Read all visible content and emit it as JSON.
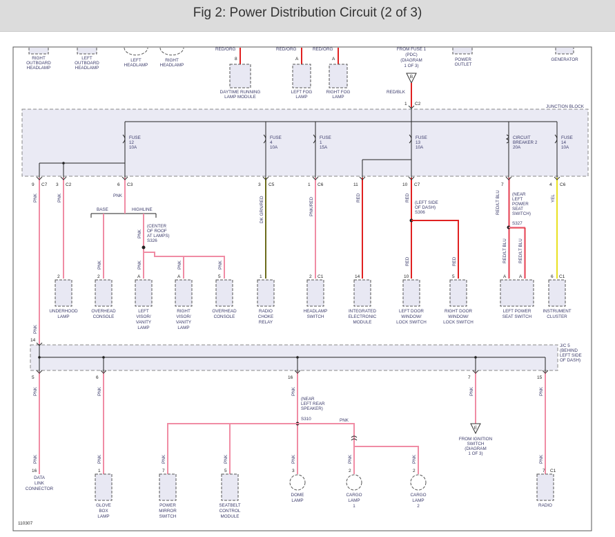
{
  "title": "Fig 2: Power Distribution Circuit (2 of 3)",
  "colors": {
    "pink": "#f08ca4",
    "red": "#e02020",
    "olive": "#6b6b1a",
    "yellow": "#e8e020",
    "bus": "#222222",
    "box_fill": "#e8e8f3"
  },
  "top_labels": {
    "right_outboard": [
      "RIGHT",
      "OUTBOARD",
      "HEADLAMP"
    ],
    "left_outboard": [
      "LEFT",
      "OUTBOARD",
      "HEADLAMP"
    ],
    "left_headlamp": [
      "LEFT",
      "HEADLAMP"
    ],
    "right_headlamp": [
      "RIGHT",
      "HEADLAMP"
    ],
    "drl_wire": "RED/ORG",
    "drl_pin": "8",
    "drl_module": [
      "DAYTIME RUNNING",
      "LAMP MODULE"
    ],
    "left_fog_wire": "RED/ORG",
    "left_fog_pin": "A",
    "left_fog": [
      "LEFT FOG",
      "LAMP"
    ],
    "right_fog_wire": "RED/ORG",
    "right_fog_pin": "A",
    "right_fog": [
      "RIGHT FOG",
      "LAMP"
    ],
    "from_fuse": [
      "FROM FUSE 1",
      "(PDC)",
      "(DIAGRAM",
      "1 OF 3)"
    ],
    "from_fuse_letter": "B",
    "from_fuse_wire": "RED/BLK",
    "from_fuse_pin": "1",
    "from_fuse_conn": "C2",
    "power_outlet": [
      "POWER",
      "OUTLET"
    ],
    "generator": "GENERATOR"
  },
  "junction_block": "JUNCTION BLOCK",
  "fuses": [
    {
      "lines": [
        "FUSE",
        "12",
        "10A"
      ]
    },
    {
      "lines": [
        "FUSE",
        "4",
        "10A"
      ]
    },
    {
      "lines": [
        "FUSE",
        "1",
        "15A"
      ]
    },
    {
      "lines": [
        "FUSE",
        "13",
        "10A"
      ]
    },
    {
      "lines": [
        "CIRCUIT",
        "BREAKER 2",
        "20A"
      ]
    },
    {
      "lines": [
        "FUSE",
        "14",
        "10A"
      ]
    }
  ],
  "jb_outputs": [
    {
      "pin": "9",
      "conn": "C7",
      "wire": "PNK"
    },
    {
      "pin": "3",
      "conn": "C2",
      "wire": "PNK"
    },
    {
      "pin": "6",
      "conn": "C3",
      "wire": "PNK"
    },
    {
      "pin": "3",
      "conn": "C5",
      "wire": "DK GRN/RED"
    },
    {
      "pin": "1",
      "conn": "C6",
      "wire": "PNK/RED"
    },
    {
      "pin": "11",
      "conn": "",
      "wire": "RED"
    },
    {
      "pin": "10",
      "conn": "C7",
      "wire": "RED"
    },
    {
      "pin": "7",
      "conn": "",
      "wire": "RED/LT BLU"
    },
    {
      "pin": "4",
      "conn": "C6",
      "wire": "YEL"
    }
  ],
  "splices": {
    "base": "BASE",
    "highline": "HIGHLINE",
    "s326": [
      "(CENTER",
      "OF ROOF",
      "AT LAMPS)",
      "S326"
    ],
    "s306": [
      "(LEFT SIDE",
      "OF DASH)",
      "S306"
    ],
    "s327": [
      "(NEAR",
      "LEFT",
      "POWER",
      "SEAT",
      "SWITCH)",
      "S327"
    ],
    "s310": [
      "(NEAR",
      "LEFT REAR",
      "SPEAKER)",
      "S310"
    ]
  },
  "middle_components": [
    {
      "name": [
        "UNDERHOOD",
        "LAMP"
      ],
      "pin": "2",
      "conn": "",
      "wire": "PNK"
    },
    {
      "name": [
        "OVERHEAD",
        "CONSOLE"
      ],
      "pin": "2",
      "conn": "",
      "wire": "PNK"
    },
    {
      "name": [
        "LEFT",
        "VISOR/",
        "VANITY",
        "LAMP"
      ],
      "pin": "A",
      "conn": "",
      "wire": "PNK"
    },
    {
      "name": [
        "RIGHT",
        "VISOR/",
        "VANITY",
        "LAMP"
      ],
      "pin": "A",
      "conn": "",
      "wire": "PNK"
    },
    {
      "name": [
        "OVERHEAD",
        "CONSOLE"
      ],
      "pin": "5",
      "conn": "",
      "wire": "PNK"
    },
    {
      "name": [
        "RADIO",
        "CHOKE",
        "RELAY"
      ],
      "pin": "1",
      "conn": "",
      "wire": ""
    },
    {
      "name": [
        "HEADLAMP",
        "SWITCH"
      ],
      "pin": "2",
      "conn": "C1",
      "wire": ""
    },
    {
      "name": [
        "INTEGRATED",
        "ELECTRONIC",
        "MODULE"
      ],
      "pin": "14",
      "conn": "",
      "wire": ""
    },
    {
      "name": [
        "LEFT DOOR",
        "WINDOW/",
        "LOCK SWITCH"
      ],
      "pin": "10",
      "conn": "",
      "wire": "RED"
    },
    {
      "name": [
        "RIGHT DOOR",
        "WINDOW/",
        "LOCK SWITCH"
      ],
      "pin": "5",
      "conn": "",
      "wire": "RED"
    },
    {
      "name": [
        "LEFT POWER",
        "SEAT SWITCH"
      ],
      "pin": "A",
      "pin2": "A",
      "conn": "",
      "wire": "RED/LT BLU"
    },
    {
      "name": [
        "INSTRUMENT",
        "CLUSTER"
      ],
      "pin": "6",
      "conn": "C1",
      "wire": ""
    }
  ],
  "jc5": {
    "label": [
      "J/C 5",
      "(BEHIND",
      "LEFT SIDE",
      "OF DASH)"
    ],
    "in_pin": "14",
    "in_wire": "PNK",
    "outputs": [
      {
        "pin": "5",
        "wire": "PNK"
      },
      {
        "pin": "6",
        "wire": "PNK"
      },
      {
        "pin": "16",
        "wire": "PNK"
      },
      {
        "pin": "7",
        "wire": "PNK"
      },
      {
        "pin": "15",
        "wire": "PNK"
      }
    ]
  },
  "from_ignition": [
    "FROM IGNITION",
    "SWITCH",
    "(DIAGRAM",
    "1 OF 3)"
  ],
  "from_ignition_letter": "E",
  "bottom_components": [
    {
      "name": [
        "DATA",
        "LINK",
        "CONNECTOR"
      ],
      "pin": "16",
      "wire": "PNK"
    },
    {
      "name": [
        "GLOVE",
        "BOX",
        "LAMP"
      ],
      "pin": "1",
      "wire": "PNK"
    },
    {
      "name": [
        "POWER",
        "MIRROR",
        "SWITCH"
      ],
      "pin": "7",
      "wire": "PNK"
    },
    {
      "name": [
        "SEATBELT",
        "CONTROL",
        "MODULE"
      ],
      "pin": "5",
      "wire": "PNK"
    },
    {
      "name": [
        "DOME",
        "LAMP"
      ],
      "pin": "3",
      "wire": "PNK"
    },
    {
      "name": [
        "CARGO",
        "LAMP",
        "1"
      ],
      "pin": "2",
      "wire": "PNK"
    },
    {
      "name": [
        "CARGO",
        "LAMP",
        "2"
      ],
      "pin": "2",
      "wire": "PNK"
    },
    {
      "name": [
        "RADIO"
      ],
      "pin": "7",
      "conn": "C1",
      "wire": "PNK"
    }
  ],
  "branch_wire": "PNK",
  "figure_id": "110307"
}
